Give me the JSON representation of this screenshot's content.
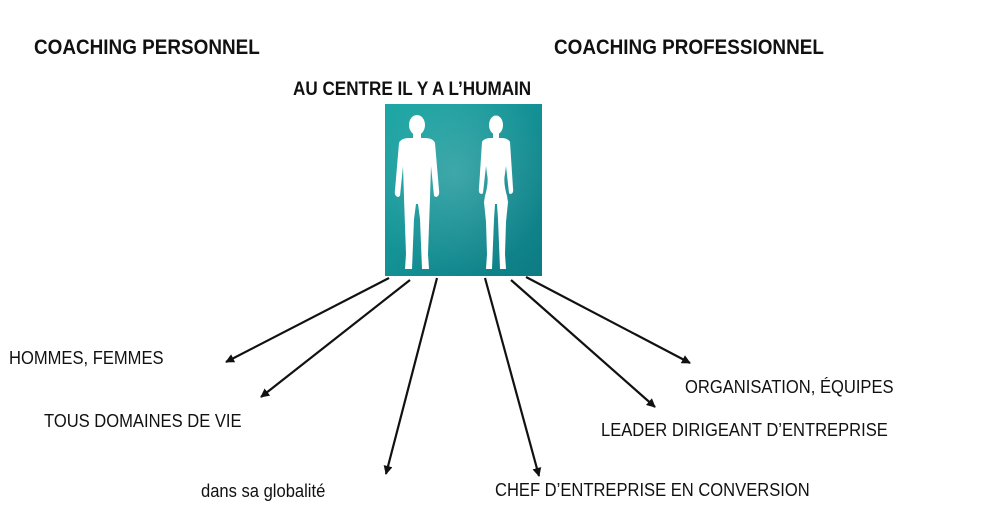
{
  "headings": {
    "personal": "COACHING PERSONNEL",
    "professional": "COACHING PROFESSIONNEL",
    "center": "AU CENTRE IL Y A L’HUMAIN"
  },
  "labels": {
    "men_women": "HOMMES, FEMMES",
    "life_domains": "TOUS DOMAINES DE VIE",
    "globality": "dans sa globalité",
    "ceo_conversion": "CHEF  D’ENTREPRISE EN  CONVERSION",
    "leader": "LEADER DIRIGEANT D’ENTREPRISE",
    "organisation": "ORGANISATION, ÉQUIPES"
  },
  "figure": {
    "icon": "human-silhouettes-icon",
    "colors": {
      "gradient_start": "#19a3a3",
      "gradient_end": "#0e7f86",
      "silhouette": "#ffffff"
    }
  },
  "colors": {
    "text": "#111111",
    "arrow": "#111111",
    "background": "#ffffff"
  }
}
